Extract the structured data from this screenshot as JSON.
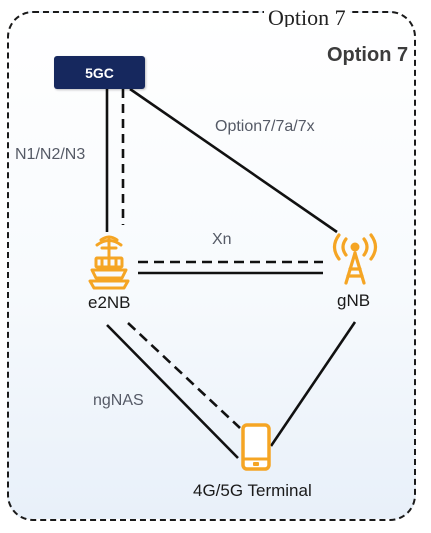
{
  "header_cut_text": "Option 7",
  "diagram": {
    "title": "Option 7",
    "core": {
      "label": "5GC"
    },
    "nodes": {
      "e2nb": "e2NB",
      "gnb": "gNB",
      "terminal": "4G/5G Terminal"
    },
    "interfaces": {
      "core_e2nb": "N1/N2/N3",
      "core_gnb": "Option7/7a/7x",
      "e2nb_gnb": "Xn",
      "nas": "ngNAS"
    }
  },
  "colors": {
    "core_box": "#16285e",
    "node_icon": "#f5a524",
    "line": "#111111",
    "label": "#555a66"
  },
  "icons": [
    "base-station-icon",
    "antenna-tower-icon",
    "mobile-phone-icon"
  ]
}
